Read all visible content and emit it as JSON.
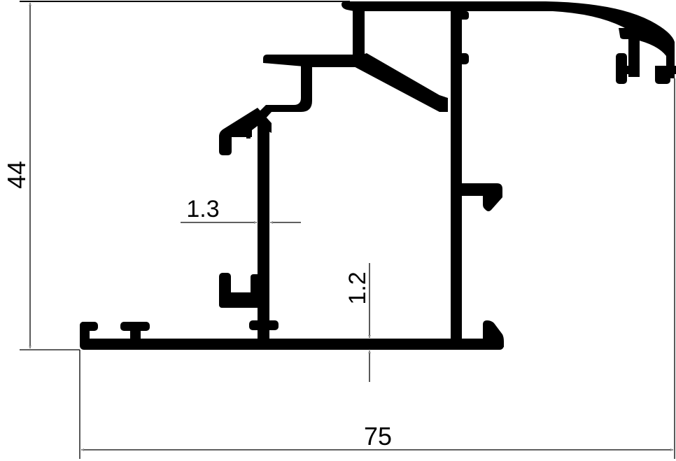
{
  "diagram": {
    "type": "aluminum-profile-cross-section",
    "colors": {
      "profile_fill": "#000000",
      "dimension_line": "#000000",
      "arrow_fill": "#8c8c8c",
      "background": "#ffffff"
    },
    "dimensions": {
      "overall_height": {
        "label": "44",
        "orientation": "vertical"
      },
      "overall_width": {
        "label": "75",
        "orientation": "horizontal"
      },
      "wall_thickness_vertical": {
        "label": "1.3",
        "orientation": "horizontal"
      },
      "wall_thickness_base": {
        "label": "1.2",
        "orientation": "vertical"
      }
    }
  }
}
